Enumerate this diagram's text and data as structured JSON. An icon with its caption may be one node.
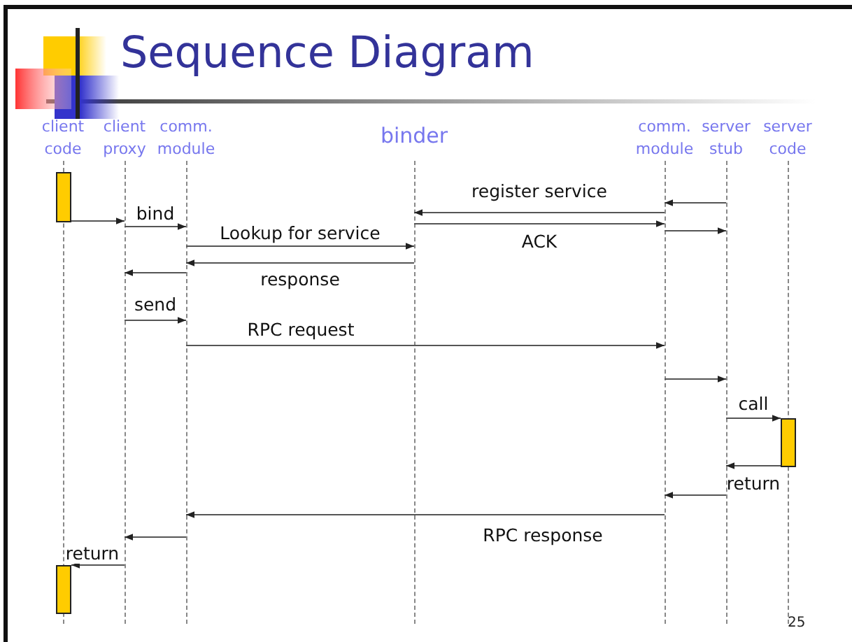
{
  "diagram": {
    "title": "Sequence Diagram",
    "nodes": [
      {
        "text": [],
        "shape": "line",
        "beside": [
          "client code"
        ]
      },
      {
        "text": [],
        "shape": "line",
        "beside": [
          "client proxy"
        ]
      },
      {
        "text": [],
        "shape": "line",
        "beside": [
          "comm. module"
        ]
      },
      {
        "text": [],
        "shape": "line",
        "beside": [
          "binder"
        ]
      },
      {
        "text": [],
        "shape": "line",
        "beside": [
          "comm. module"
        ]
      },
      {
        "text": [],
        "shape": "line",
        "beside": [
          "server stub"
        ]
      },
      {
        "text": [],
        "shape": "line",
        "beside": [
          "server code"
        ]
      },
      {
        "text": [],
        "shape": "bar"
      },
      {
        "text": [],
        "shape": "bar"
      },
      {
        "text": [],
        "shape": "bar"
      }
    ],
    "edges": [
      {
        "from": 7,
        "to": 1,
        "arrow": "to"
      },
      {
        "from": 1,
        "to": 2,
        "arrow": "to",
        "label": "bind"
      },
      {
        "from": 5,
        "to": 4,
        "arrow": "to"
      },
      {
        "from": 4,
        "to": 3,
        "arrow": "to",
        "label": "register service"
      },
      {
        "from": 2,
        "to": 3,
        "arrow": "to",
        "label": "Lookup for service"
      },
      {
        "from": 3,
        "to": 4,
        "arrow": "to",
        "label": "ACK"
      },
      {
        "from": 4,
        "to": 5,
        "arrow": "to"
      },
      {
        "from": 3,
        "to": 2,
        "arrow": "to",
        "label": "response"
      },
      {
        "from": 2,
        "to": 1,
        "arrow": "to"
      },
      {
        "from": 1,
        "to": 2,
        "arrow": "to",
        "label": "send"
      },
      {
        "from": 2,
        "to": 4,
        "arrow": "to",
        "label": "RPC request"
      },
      {
        "from": 4,
        "to": 5,
        "arrow": "to"
      },
      {
        "from": 5,
        "to": 8,
        "arrow": "to",
        "label": "call"
      },
      {
        "from": 8,
        "to": 5,
        "arrow": "to",
        "label": "return"
      },
      {
        "from": 5,
        "to": 4,
        "arrow": "to"
      },
      {
        "from": 4,
        "to": 2,
        "arrow": "to",
        "label": "RPC response"
      },
      {
        "from": 2,
        "to": 1,
        "arrow": "to"
      },
      {
        "from": 1,
        "to": 9,
        "arrow": "to",
        "label": "return"
      }
    ],
    "labels": [
      "25"
    ]
  }
}
